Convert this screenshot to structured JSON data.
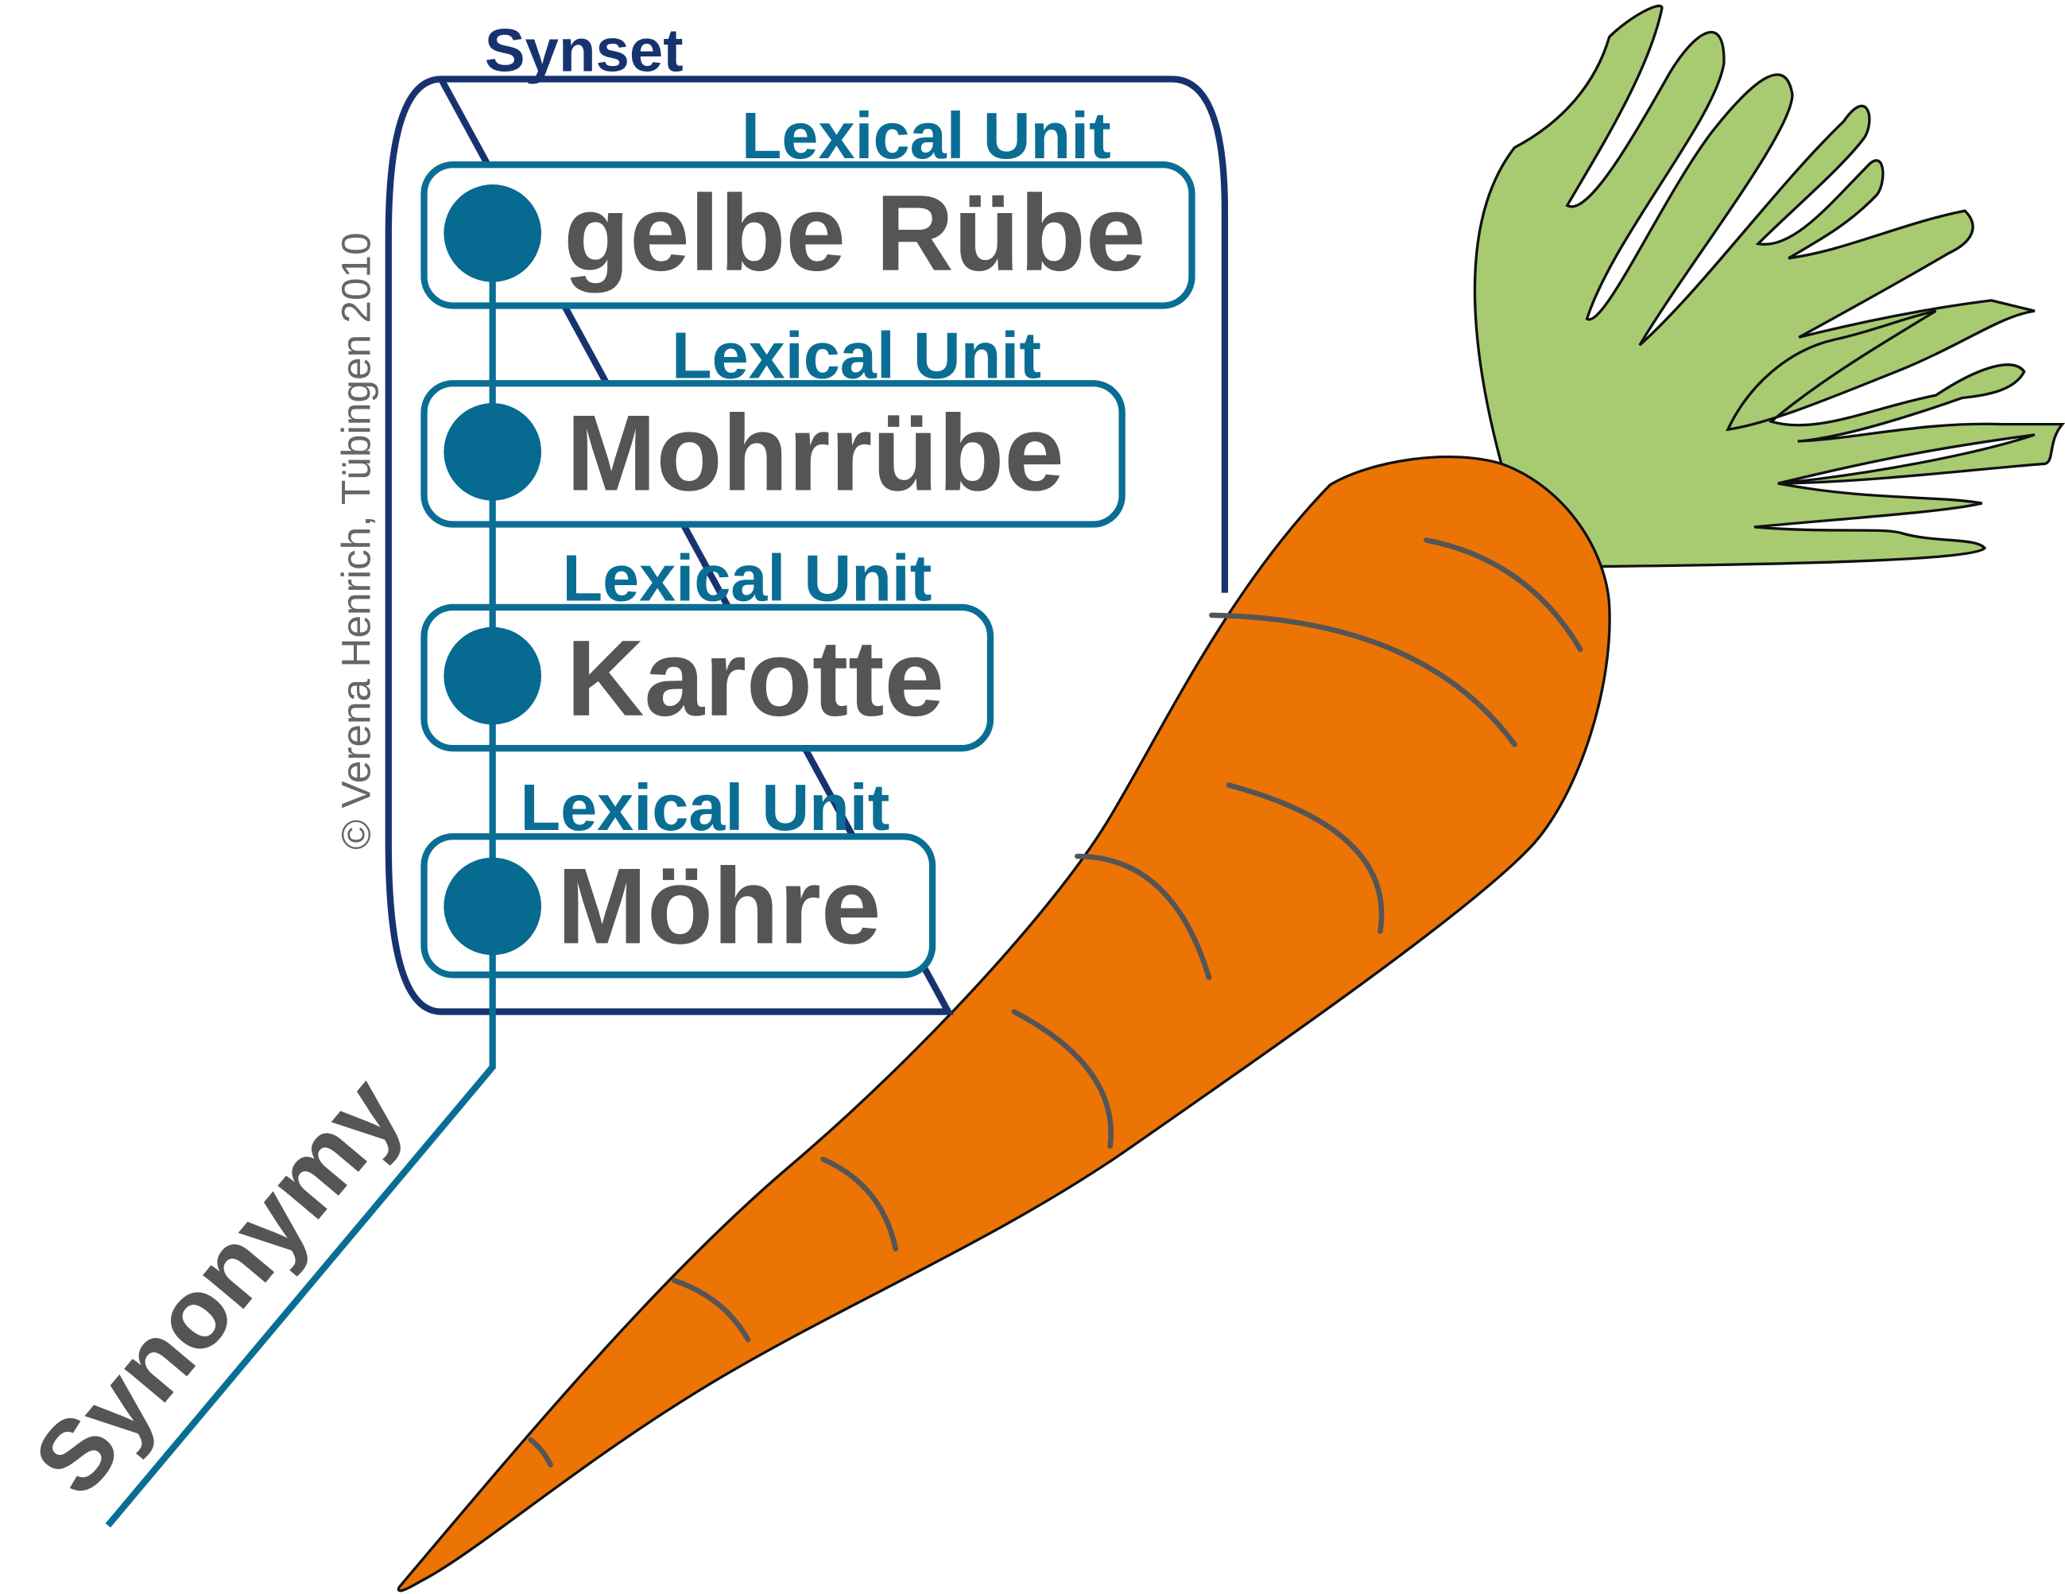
{
  "title": "Synset",
  "lexical_unit_label": "Lexical Unit",
  "units": [
    {
      "label": "Lexical Unit",
      "word": "gelbe Rübe"
    },
    {
      "label": "Lexical Unit",
      "word": "Mohrrübe"
    },
    {
      "label": "Lexical Unit",
      "word": "Karotte"
    },
    {
      "label": "Lexical Unit",
      "word": "Möhre"
    }
  ],
  "relation": "Synonymy",
  "copyright": "© Verena Henrich, Tübingen 2010",
  "colors": {
    "synset": "#17336f",
    "lexical_unit": "#0a6e94",
    "word": "#555555",
    "carrot": "#ec7405",
    "leaves": "#a8cb72"
  }
}
